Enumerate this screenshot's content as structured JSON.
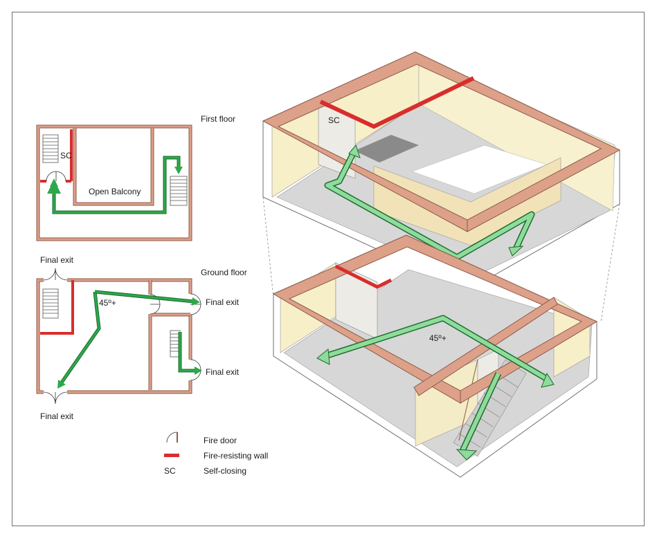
{
  "colors": {
    "wall": "#dda089",
    "wall_dark": "#8a5a48",
    "fire_wall": "#d92d2d",
    "arrow_fill": "#2ea84a",
    "arrow_fill_light": "#8fdb9b",
    "arrow_stroke": "#1a6b2e",
    "wall_face": "#f7efc8",
    "floor": "#d7d7d7",
    "floor_dark": "#8a8a8a"
  },
  "plans": {
    "first_floor": {
      "title": "First floor",
      "sc_label": "SC",
      "balcony_label": "Open Balcony"
    },
    "ground_floor": {
      "title": "Ground floor",
      "angle_label": "45º+",
      "exit_top_left": "Final exit",
      "exit_right_upper": "Final exit",
      "exit_right_lower": "Final exit",
      "exit_bottom_left": "Final exit"
    }
  },
  "iso": {
    "sc_label": "SC",
    "angle_label": "45º+"
  },
  "legend": [
    {
      "symbol": "fire-door",
      "label": "Fire door"
    },
    {
      "symbol": "fire-resisting-wall",
      "label": "Fire-resisting wall"
    },
    {
      "symbol": "text",
      "symbol_text": "SC",
      "label": "Self-closing"
    }
  ]
}
